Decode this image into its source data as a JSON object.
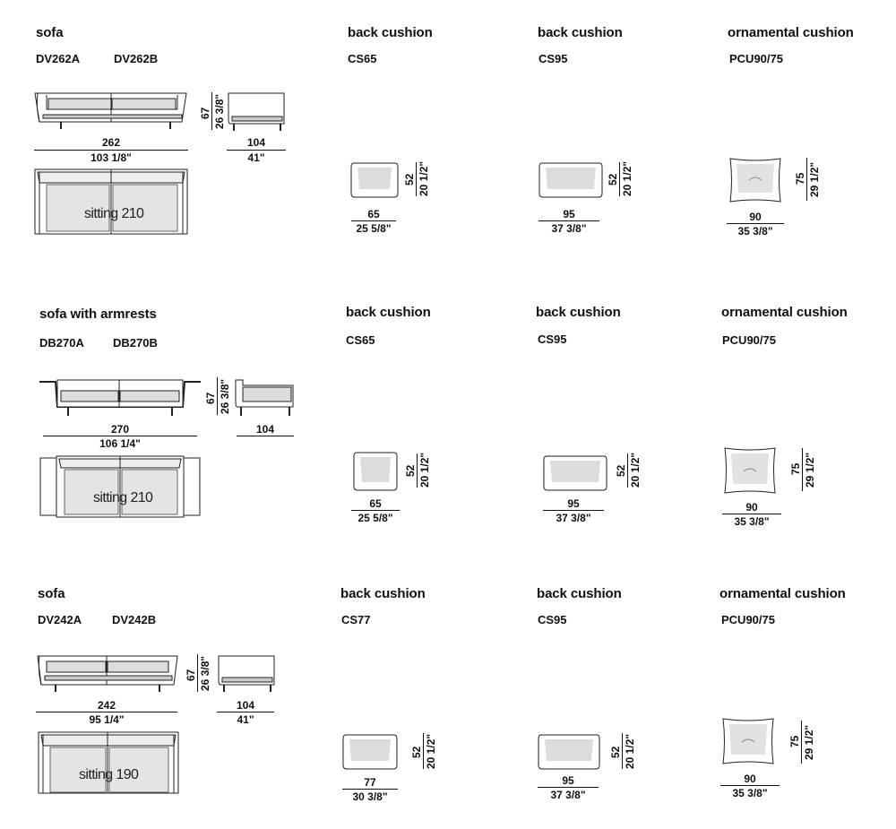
{
  "rows": [
    {
      "sofa": {
        "title": "sofa",
        "codes": [
          "DV262A",
          "DV262B"
        ],
        "front_height_cm": "67",
        "front_height_in": "26 3/8\"",
        "width_cm": "262",
        "width_in": "103 1/8\"",
        "depth_cm": "104",
        "depth_in": "41\"",
        "sitting": "sitting 210"
      },
      "cushions": [
        {
          "title": "back cushion",
          "code": "CS65",
          "w_cm": "65",
          "w_in": "25 5/8\"",
          "h_cm": "52",
          "h_in": "20 1/2\""
        },
        {
          "title": "back cushion",
          "code": "CS95",
          "w_cm": "95",
          "w_in": "37 3/8\"",
          "h_cm": "52",
          "h_in": "20 1/2\""
        },
        {
          "title": "ornamental cushion",
          "code": "PCU90/75",
          "w_cm": "90",
          "w_in": "35 3/8\"",
          "h_cm": "75",
          "h_in": "29 1/2\""
        }
      ]
    },
    {
      "sofa": {
        "title": "sofa with armrests",
        "codes": [
          "DB270A",
          "DB270B"
        ],
        "front_height_cm": "67",
        "front_height_in": "26 3/8\"",
        "width_cm": "270",
        "width_in": "106 1/4\"",
        "depth_cm": "104",
        "depth_in": "",
        "sitting": "sitting 210"
      },
      "cushions": [
        {
          "title": "back cushion",
          "code": "CS65",
          "w_cm": "65",
          "w_in": "25 5/8\"",
          "h_cm": "52",
          "h_in": "20 1/2\""
        },
        {
          "title": "back cushion",
          "code": "CS95",
          "w_cm": "95",
          "w_in": "37 3/8\"",
          "h_cm": "52",
          "h_in": "20 1/2\""
        },
        {
          "title": "ornamental cushion",
          "code": "PCU90/75",
          "w_cm": "90",
          "w_in": "35 3/8\"",
          "h_cm": "75",
          "h_in": "29 1/2\""
        }
      ]
    },
    {
      "sofa": {
        "title": "sofa",
        "codes": [
          "DV242A",
          "DV242B"
        ],
        "front_height_cm": "67",
        "front_height_in": "26 3/8\"",
        "width_cm": "242",
        "width_in": "95 1/4\"",
        "depth_cm": "104",
        "depth_in": "41\"",
        "sitting": "sitting 190"
      },
      "cushions": [
        {
          "title": "back cushion",
          "code": "CS77",
          "w_cm": "77",
          "w_in": "30 3/8\"",
          "h_cm": "52",
          "h_in": "20 1/2\""
        },
        {
          "title": "back cushion",
          "code": "CS95",
          "w_cm": "95",
          "w_in": "37 3/8\"",
          "h_cm": "52",
          "h_in": "20 1/2\""
        },
        {
          "title": "ornamental cushion",
          "code": "PCU90/75",
          "w_cm": "90",
          "w_in": "35 3/8\"",
          "h_cm": "75",
          "h_in": "29 1/2\""
        }
      ]
    }
  ]
}
